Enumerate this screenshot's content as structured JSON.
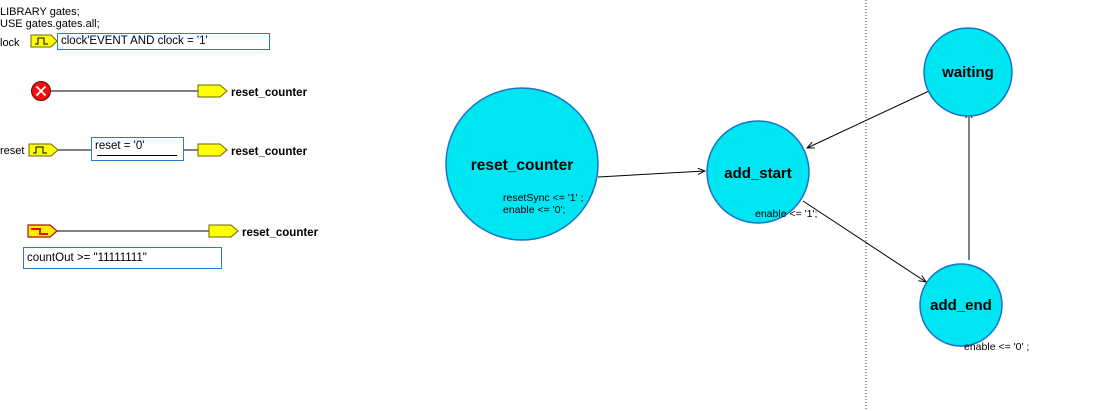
{
  "header": {
    "lines": [
      "LIBRARY gates;",
      "USE gates.gates.all;"
    ]
  },
  "clock": {
    "label": "lock",
    "condition": "clock'EVENT AND clock = '1'"
  },
  "transitions": [
    {
      "target": "reset_counter"
    },
    {
      "source_label": "reset",
      "condition": "reset = '0'",
      "target": "reset_counter"
    },
    {
      "condition": "countOut >= \"11111111\"",
      "target": "reset_counter"
    }
  ],
  "states": [
    {
      "name": "reset_counter",
      "actions": [
        "resetSync <= '1' ;",
        "enable <= '0';"
      ]
    },
    {
      "name": "add_start",
      "actions": [
        "enable <= '1';"
      ]
    },
    {
      "name": "waiting",
      "actions": []
    },
    {
      "name": "add_end",
      "actions": [
        "enable <= '0' ;"
      ]
    }
  ],
  "colors": {
    "state_fill": "#00e5f2",
    "state_stroke": "#1a73c9",
    "port_fill": "#ffff00",
    "port_stroke": "#7a6a00",
    "stop_red": "#ee1111",
    "cond_border": "#2a7bd6"
  }
}
